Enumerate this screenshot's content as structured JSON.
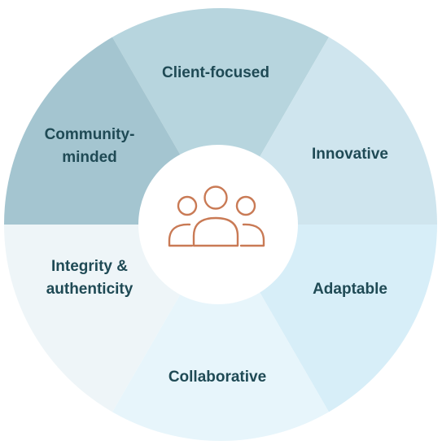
{
  "diagram": {
    "segments": [
      {
        "id": "client-focused",
        "lines": [
          "Client-focused"
        ],
        "color": "#b7d5de"
      },
      {
        "id": "innovative",
        "lines": [
          "Innovative"
        ],
        "color": "#cfe5ee"
      },
      {
        "id": "adaptable",
        "lines": [
          "Adaptable"
        ],
        "color": "#d7eef8"
      },
      {
        "id": "collaborative",
        "lines": [
          "Collaborative"
        ],
        "color": "#e7f5fb"
      },
      {
        "id": "integrity-authenticity",
        "lines": [
          "Integrity &",
          "authenticity"
        ],
        "color": "#eef5f8"
      },
      {
        "id": "community-minded",
        "lines": [
          "Community-",
          "minded"
        ],
        "color": "#a4c5d0"
      }
    ],
    "center": {
      "icon": "people-group-icon",
      "icon_color": "#c97a55",
      "background": "#ffffff"
    },
    "text_color": "#1f4a55"
  }
}
